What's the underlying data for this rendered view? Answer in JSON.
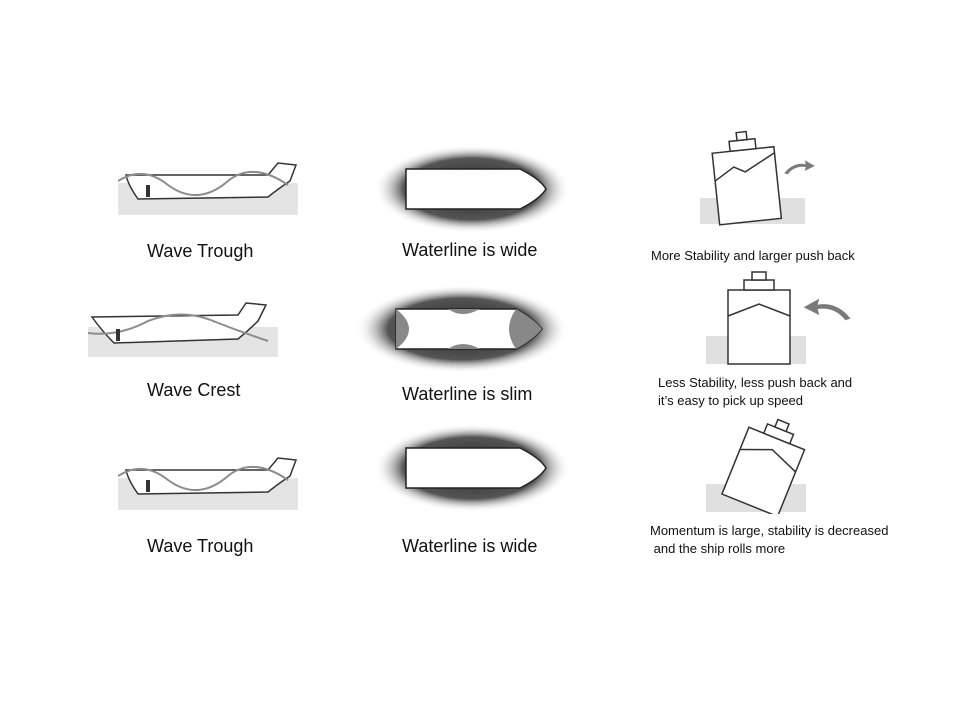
{
  "rows": [
    {
      "side_label": "Wave Trough",
      "waterline_label": "Waterline is wide",
      "stability_lines": [
        "More Stability and larger push back"
      ]
    },
    {
      "side_label": "Wave Crest",
      "waterline_label": "Waterline is slim",
      "stability_lines": [
        "Less Stability, less push back and",
        "it’s easy to pick up speed"
      ]
    },
    {
      "side_label": "Wave Trough",
      "waterline_label": "Waterline is wide",
      "stability_lines": [
        "Momentum  is large, stability is decreased",
        " and the ship rolls more"
      ]
    }
  ],
  "colors": {
    "ink": "#222222",
    "hull_line": "#333333",
    "wave": "#8c8c8c",
    "ground": "#d9d9d9",
    "halo": "#555555",
    "arrow": "#777777"
  },
  "icons": {
    "side_view": "ship-side-profile",
    "top_view": "ship-waterline-plan",
    "section_view": "ship-cross-section",
    "push_arrow": "curved-arrow"
  }
}
